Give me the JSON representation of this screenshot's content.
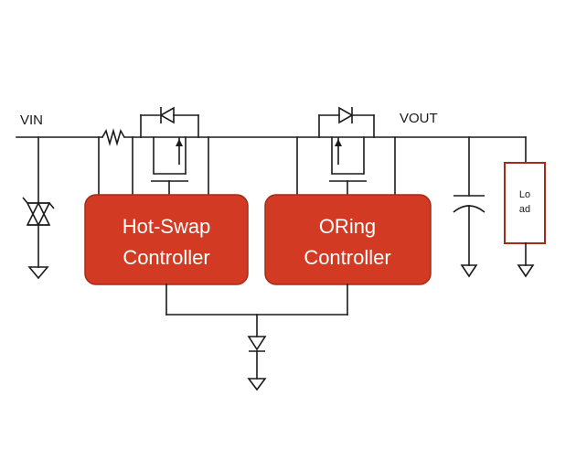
{
  "labels": {
    "vin": "VIN",
    "vout": "VOUT"
  },
  "blocks": {
    "hot_swap": {
      "line1": "Hot-Swap",
      "line2": "Controller"
    },
    "oring": {
      "line1": "ORing",
      "line2": "Controller"
    }
  },
  "load": {
    "line1": "Lo",
    "line2": "ad"
  },
  "colors": {
    "block_fill": "#d33a23",
    "block_stroke": "#a52a18",
    "load_stroke": "#a52a18",
    "wire": "#1a1a1a"
  },
  "icons": {
    "tvs": "tvs-diode-icon",
    "resistor": "sense-resistor-icon",
    "mosfet": "mosfet-icon",
    "diode": "diode-icon",
    "capacitor": "capacitor-icon",
    "ground": "ground-icon"
  }
}
